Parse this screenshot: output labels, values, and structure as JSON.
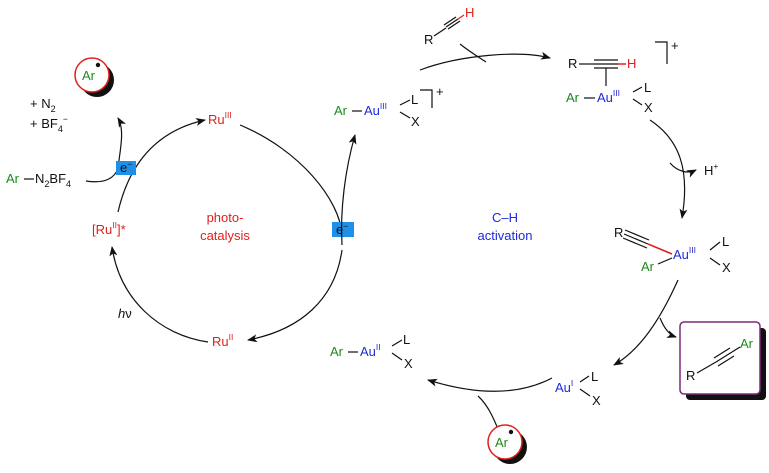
{
  "colors": {
    "red": "#e0201b",
    "blue": "#1f2ad6",
    "green": "#1a8a1a",
    "black": "#111111",
    "electron_box": "#1e90e8",
    "product_box": "#7a2a7a"
  },
  "left_cycle": {
    "title_line1": "photo-",
    "title_line2": "catalysis",
    "ru_iii": "Ru",
    "ru_iii_sup": "III",
    "ru_ii": "Ru",
    "ru_ii_sup": "II",
    "ru_excited_open": "[Ru",
    "ru_excited_sup": "II",
    "ru_excited_close": "]*",
    "light_h": "h",
    "light_nu": "ν"
  },
  "reagents": {
    "ar": "Ar",
    "diazonium_label": "N",
    "diazonium_sub1": "2",
    "diazonium_label2": "BF",
    "diazonium_sub2": "4",
    "byproduct_n2": "+ N",
    "byproduct_n2_sub": "2",
    "byproduct_bf4": "+ BF",
    "byproduct_bf4_sub": "4",
    "byproduct_bf4_sup": "−",
    "radical_label": "Ar",
    "electron": "e",
    "electron_sup": "−"
  },
  "right_cycle": {
    "title_line1": "C–H",
    "title_line2": "activation",
    "au": "Au",
    "au_iii_sup": "III",
    "au_ii_sup": "II",
    "au_i_sup": "I",
    "ligand_l": "L",
    "ligand_x": "X",
    "plus": "+",
    "alkyne_r": "R",
    "alkyne_h": "H",
    "proton": "H",
    "proton_sup": "+",
    "product_r": "R",
    "product_ar": "Ar"
  }
}
